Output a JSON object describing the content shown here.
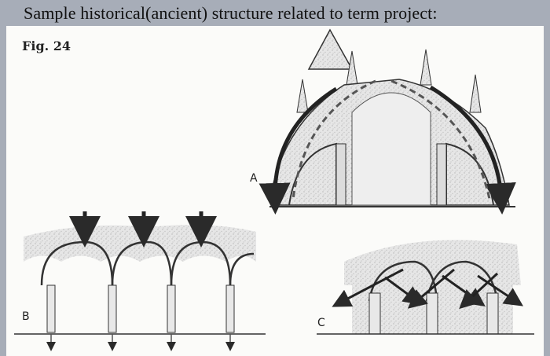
{
  "slide": {
    "title": "Sample historical(ancient) structure related to term project:"
  },
  "figure": {
    "label": "Fig. 24",
    "panels": [
      {
        "id": "A",
        "label": "A",
        "depicts": "cathedral cross-section with flying buttresses and load-path arrows"
      },
      {
        "id": "B",
        "label": "B",
        "depicts": "row of arches with downward load arrows"
      },
      {
        "id": "C",
        "label": "C",
        "depicts": "vaulted arcade with diagonal thrust arrows"
      }
    ]
  },
  "colors": {
    "background": "#a7adb8",
    "figure_paper": "#fbfbf9",
    "ink": "#2a2a2a",
    "stipple": "#cfcfcf"
  }
}
